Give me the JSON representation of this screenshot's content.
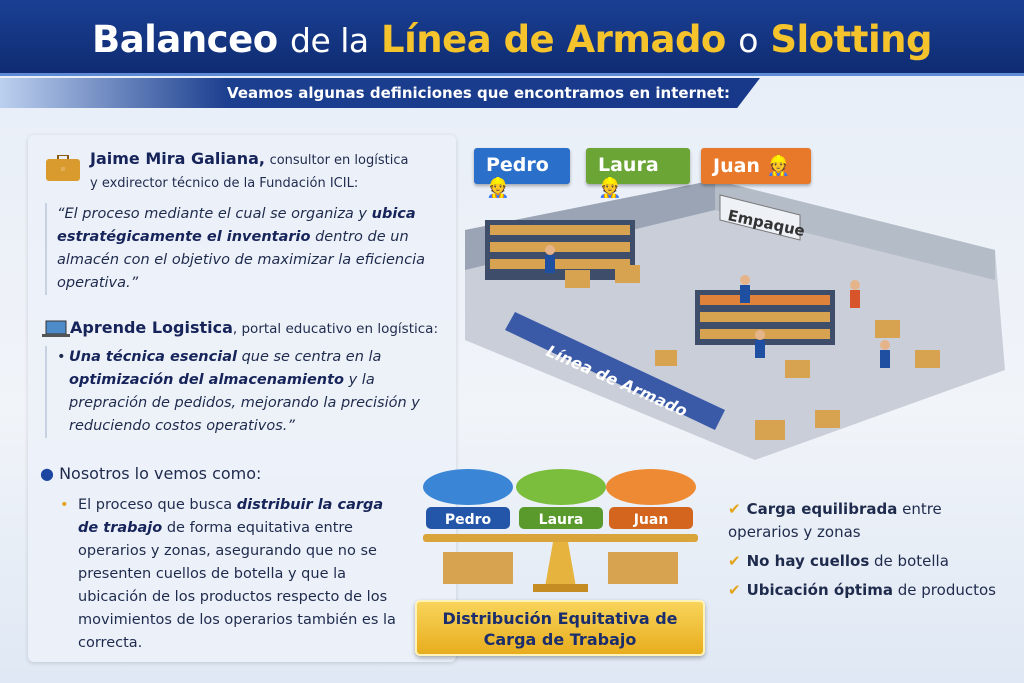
{
  "header": {
    "title_a": "Balanceo",
    "title_b": "de la",
    "title_c": "Línea de Armado",
    "title_d": "o",
    "title_e": "Slotting",
    "subtitle": "Veamos algunas definiciones que encontramos en internet:"
  },
  "source1": {
    "name": "Jaime Mira Galiana,",
    "role_1": "consultor en logística",
    "role_2": "y exdirector técnico de la Fundación ICIL:",
    "quote_a": "“El proceso mediante el cual se organiza y ",
    "quote_b": "ubica estratégicamente el inventario",
    "quote_c": " dentro de un almacén con el objetivo de maximizar la eficiencia operativa.”"
  },
  "source2": {
    "name": "Aprende Logistica",
    "role": ", portal educativo en logística:",
    "quote_a": "Una técnica esencial",
    "quote_b": " que se centra en la ",
    "quote_c": "optimización del almacenamiento",
    "quote_d": " y la prepración de pedidos, mejorando la precisión y reduciendo costos operativos.”"
  },
  "ours": {
    "heading": "Nosotros lo vemos como:",
    "text_a": "El proceso que busca ",
    "text_b": "distribuir la carga de trabajo",
    "text_c": " de forma equitativa entre operarios y zonas, asegurando que no se presenten cuellos de botella y que la ubicación de los productos respecto de los movimientos de los operarios también es la correcta."
  },
  "operators": [
    {
      "name": "Pedro",
      "color": "#2a6fc9"
    },
    {
      "name": "Laura",
      "color": "#6aa535"
    },
    {
      "name": "Juan",
      "color": "#e8792a"
    }
  ],
  "illustration": {
    "zone": "Empaque",
    "line": "Línea de Armado"
  },
  "scale_label": "Distribución Equitativa de Carga de Trabajo",
  "benefits": [
    {
      "bold": "Carga equilibrada",
      "rest": " entre operarios y zonas"
    },
    {
      "bold": "No hay cuellos",
      "rest": " de botella"
    },
    {
      "bold": "Ubicación óptima",
      "rest": " de productos"
    }
  ]
}
